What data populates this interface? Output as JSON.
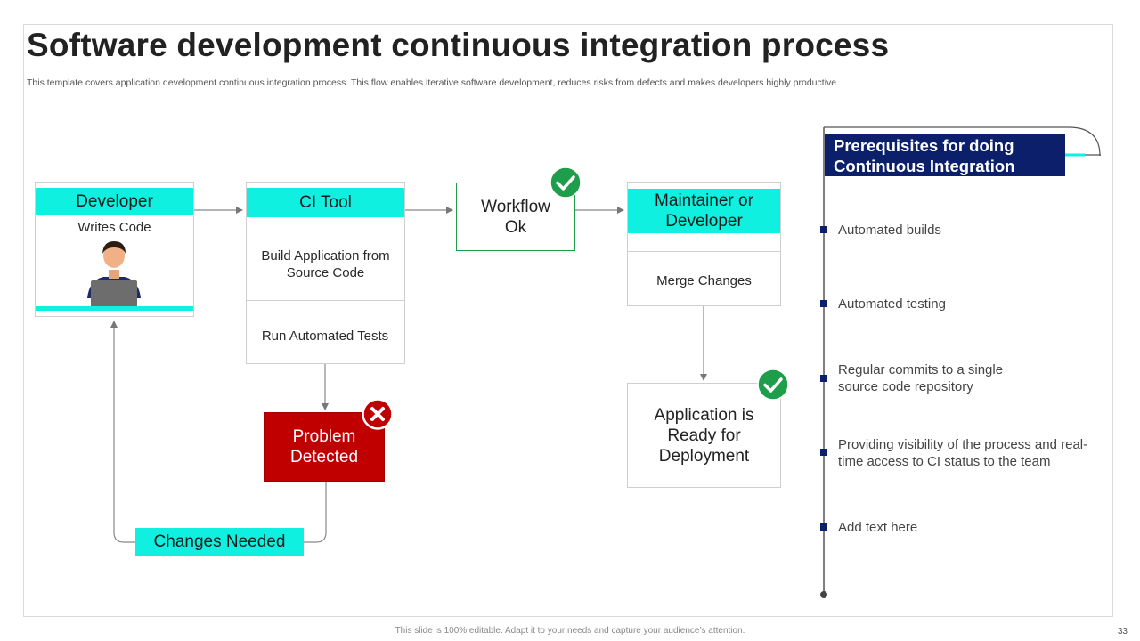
{
  "slide": {
    "title": "Software development continuous integration process",
    "subtitle": "This template covers application development continuous  integration  process. This flow enables iterative software development, reduces risks from defects and makes developers highly productive.",
    "footer": "This slide is 100% editable. Adapt it to your needs and capture your audience’s attention.",
    "page_number": "33"
  },
  "flow": {
    "developer": {
      "header": "Developer",
      "caption": "Writes Code"
    },
    "ci_tool": {
      "header": "CI Tool",
      "step1": "Build Application from Source Code",
      "step2": "Run Automated Tests"
    },
    "workflow": {
      "label": "Workflow Ok"
    },
    "maintainer": {
      "header": "Maintainer or Developer",
      "step": "Merge Changes"
    },
    "ready": {
      "label": "Application is Ready for Deployment"
    },
    "problem": {
      "label": "Problem Detected"
    },
    "changes": {
      "label": "Changes Needed"
    }
  },
  "prerequisites": {
    "title": "Prerequisites for doing Continuous Integration",
    "items": [
      "Automated builds",
      "Automated testing",
      "Regular commits to a single source code repository",
      "Providing visibility of the process and real-time  access  to CI status to the team",
      "Add text here"
    ]
  },
  "colors": {
    "accent_cyan": "#0ff0e0",
    "navy": "#0b1f6b",
    "error_red": "#c00000",
    "success_green": "#1e9e4a"
  },
  "icons": {
    "success": "check-circle-icon",
    "error": "x-circle-icon",
    "developer": "developer-laptop-icon"
  }
}
